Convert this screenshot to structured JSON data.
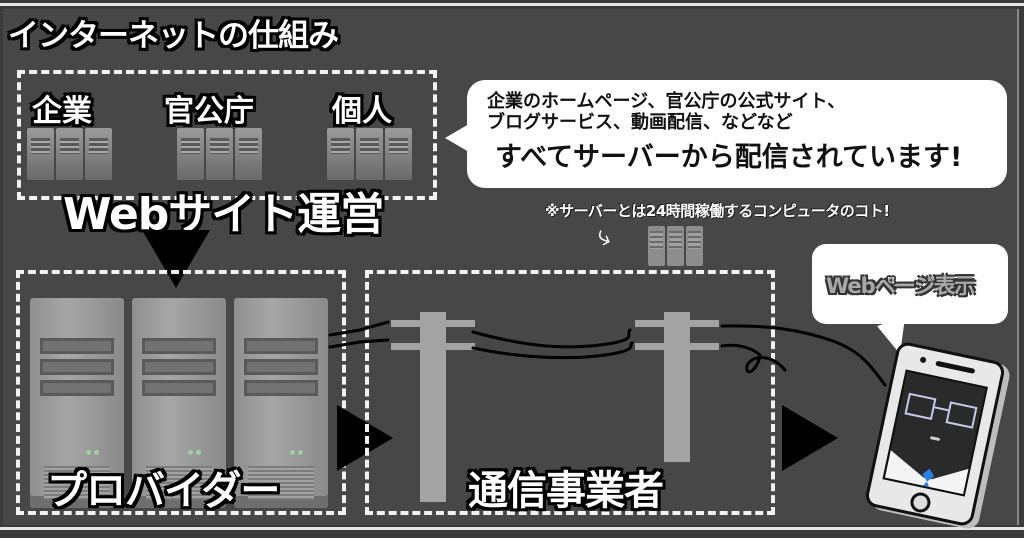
{
  "title": "インターネットの仕組み",
  "website_operators": {
    "labels": [
      "企業",
      "官公庁",
      "個人"
    ],
    "caption": "Webサイト運営"
  },
  "speech_bubble": {
    "line1": "企業のホームページ、官公庁の公式サイト、",
    "line2": "ブログサービス、動画配信、などなど",
    "line3": "すべてサーバーから配信されています!"
  },
  "note": "※サーバーとは24時間稼働するコンピュータのコト!",
  "provider": {
    "label": "プロバイダー"
  },
  "telecom": {
    "label": "通信事業者"
  },
  "phone_bubble": {
    "label": "Webページ表示"
  },
  "icons": {
    "server": "server-tower-icon",
    "arrow": "triangle-arrow-icon",
    "pole": "utility-pole-icon",
    "phone": "smartphone-character-icon"
  },
  "colors": {
    "background": "#3b3b3b",
    "panel": "#474747",
    "dashed_border": "#f2f2f2",
    "pole": "#a3a3a3",
    "tie": "#2a7fe0"
  }
}
